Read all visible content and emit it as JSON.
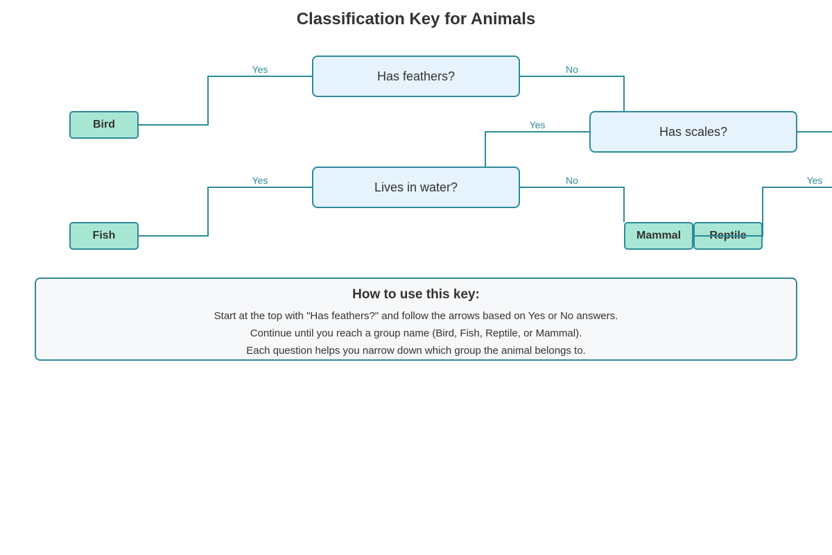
{
  "title": "Classification Key for Animals",
  "colors": {
    "question_fill": "#e6f3fc",
    "leaf_fill": "#a8e6d4",
    "border": "#2e8a9b",
    "info_fill": "#f7f8fa",
    "text": "#333333"
  },
  "nodes": {
    "feathers": "Has feathers?",
    "scales": "Has scales?",
    "water": "Lives in water?",
    "bird": "Bird",
    "fish": "Fish",
    "mammal": "Mammal",
    "reptile": "Reptile"
  },
  "edges": {
    "feathers_yes": "Yes",
    "feathers_no": "No",
    "scales_yes": "Yes",
    "water_yes": "Yes",
    "water_no": "No",
    "reptile_yes": "Yes"
  },
  "instructions": {
    "heading": "How to use this key:",
    "lines": [
      "Start at the top with \"Has feathers?\" and follow the arrows based on Yes or No answers.",
      "Continue until you reach a group name (Bird, Fish, Reptile, or Mammal).",
      "Each question helps you narrow down which group the animal belongs to."
    ]
  }
}
